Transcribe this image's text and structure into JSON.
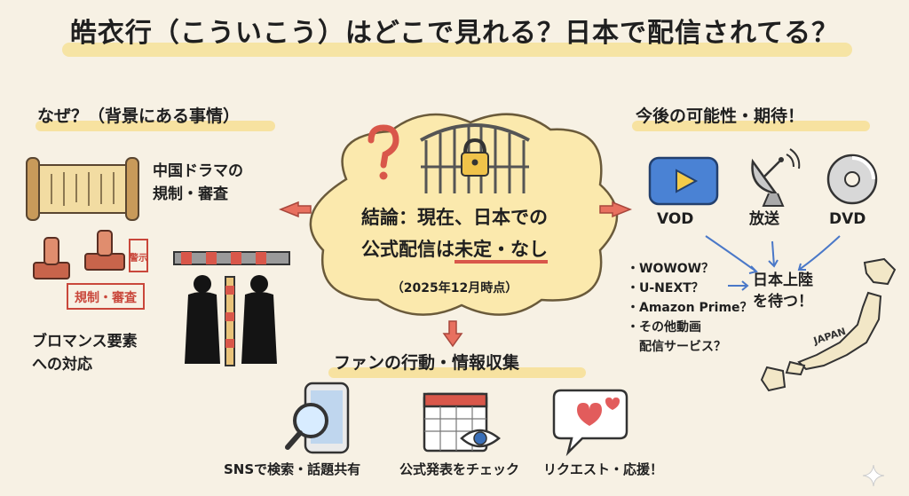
{
  "title": "皓衣行（こういこう）はどこで見れる？日本で配信されてる？",
  "left": {
    "heading": "なぜ？（背景にある事情）",
    "item1_label": "中国ドラマの\n規制・審査",
    "stamp_text": "規制・審査",
    "seal_text": "警示",
    "item2_label": "ブロマンス要素\nへの対応"
  },
  "center": {
    "conclusion_line1": "結論：現在、日本での",
    "conclusion_line2_prefix": "公式配信は",
    "conclusion_line2_emph": "未定・なし",
    "date_note": "（2025年12月時点）"
  },
  "right": {
    "heading": "今後の可能性・期待！",
    "media": [
      "VOD",
      "放送",
      "DVD"
    ],
    "services": [
      "・WOWOW？",
      "・U-NEXT？",
      "・Amazon Prime？",
      "・その他動画",
      "　配信サービス？"
    ],
    "goal": "日本上陸\nを待つ！",
    "map_label": "JAPAN"
  },
  "bottom": {
    "heading": "ファンの行動・情報収集",
    "actions": [
      "SNSで検索・話題共有",
      "公式発表をチェック",
      "リクエスト・応援！"
    ]
  },
  "colors": {
    "accent_red": "#d9574a",
    "highlight": "#f6df8f",
    "cloud": "#fbe9ad",
    "arrow_blue": "#4a78c8"
  }
}
